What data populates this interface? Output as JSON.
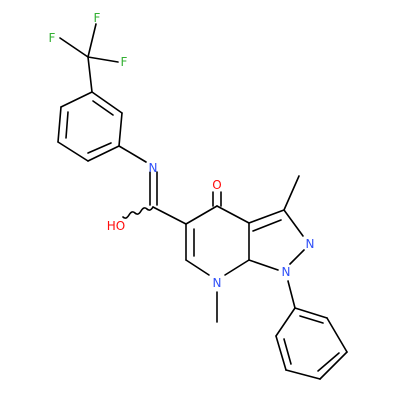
{
  "colors": {
    "bond": "#000000",
    "fluorine": "#33b033",
    "nitrogen": "#3050f8",
    "oxygen": "#ff0d0d",
    "background": "#ffffff"
  },
  "atoms": {
    "f1": "F",
    "f2": "F",
    "f3": "F",
    "n_imine": "N",
    "o_hydroxyl": "HO",
    "o_ketone": "O",
    "n_pyrazole_2": "N",
    "n_pyrazole_1": "N",
    "n_pyridine": "N"
  }
}
